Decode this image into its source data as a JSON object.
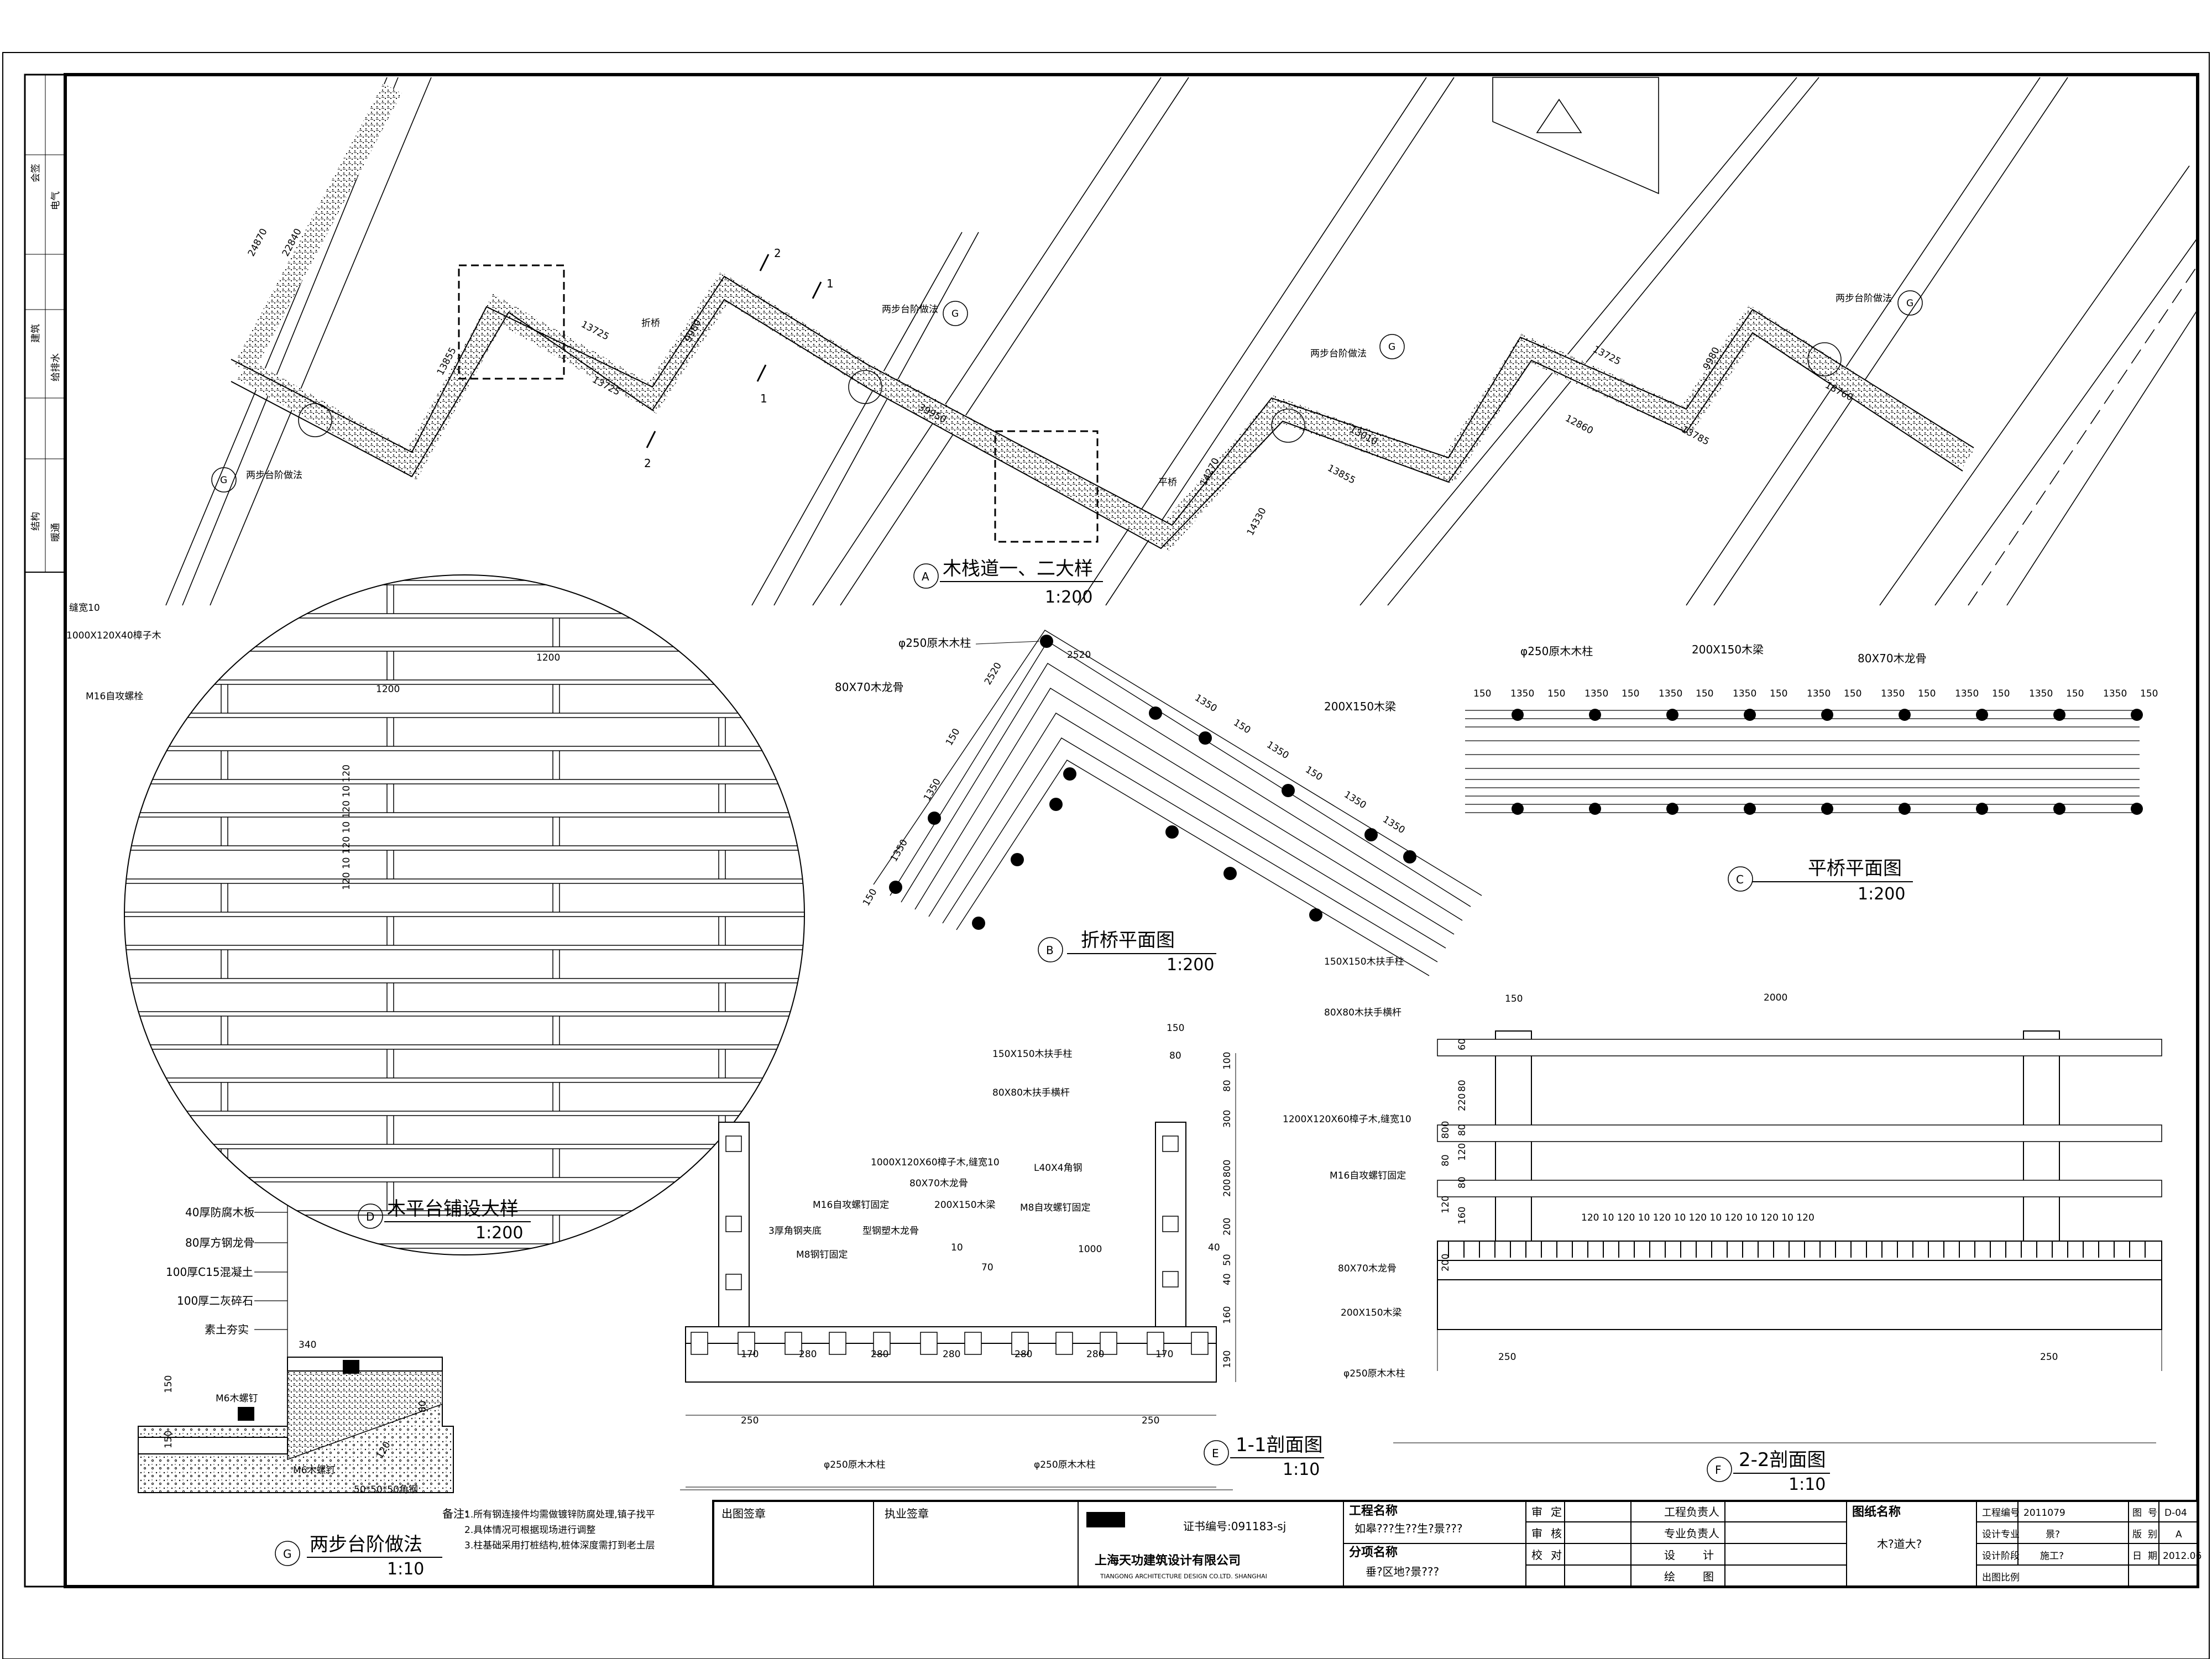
{
  "views": {
    "A": {
      "letter": "A",
      "title": "木栈道一、二大样",
      "scale": "1:200"
    },
    "B": {
      "letter": "B",
      "title": "折桥平面图",
      "scale": "1:200"
    },
    "C": {
      "letter": "C",
      "title": "平桥平面图",
      "scale": "1:200"
    },
    "D": {
      "letter": "D",
      "title": "木平台铺设大样",
      "scale": "1:200"
    },
    "E": {
      "letter": "E",
      "title": "1-1剖面图",
      "scale": "1:10"
    },
    "F": {
      "letter": "F",
      "title": "2-2剖面图",
      "scale": "1:10"
    },
    "G": {
      "letter": "G",
      "title": "两步台阶做法",
      "scale": "1:10"
    }
  },
  "plan_labels": {
    "zhe_qiao": "折桥",
    "ping_qiao": "平桥",
    "step_note": "两步台阶做法",
    "G": "G",
    "cut1": "1",
    "cut2": "2",
    "dims": [
      "24870",
      "22840",
      "13725",
      "13855",
      "9980",
      "39950",
      "14270",
      "13010",
      "13725",
      "9980",
      "18760",
      "13725",
      "13855",
      "12860",
      "14330",
      "13785"
    ]
  },
  "view_b": {
    "post": "φ250原木木柱",
    "joist": "80X70木龙骨",
    "beam": "200X150木梁",
    "dims": [
      "2520",
      "2520",
      "150",
      "1350",
      "1350",
      "150",
      "1350",
      "150",
      "1350",
      "150",
      "1350",
      "1350"
    ]
  },
  "view_c": {
    "post": "φ250原木木柱",
    "beam": "200X150木梁",
    "joist": "80X70木龙骨",
    "dims": [
      "150",
      "1350",
      "150",
      "1350",
      "150",
      "1350",
      "150",
      "1350",
      "150",
      "1350",
      "150",
      "1350",
      "150",
      "1350",
      "150",
      "1350",
      "150",
      "1350",
      "150"
    ]
  },
  "view_d": {
    "gap": "缝宽10",
    "board": "1000X120X40樟子木",
    "bolt": "M16自攻螺栓",
    "dim1": "1200",
    "dim2": "1200",
    "vdims": "120 10 120 10 120 10 120"
  },
  "view_e": {
    "handrail": "150X150木扶手柱",
    "rail": "80X80木扶手横杆",
    "deck": "1000X120X60樟子木,缝宽10",
    "joist": "80X70木龙骨",
    "beam": "200X150木梁",
    "bolt": "M16自攻螺钉固定",
    "angle_steel": "L40X4角钢",
    "screw": "M8自攻螺钉固定",
    "bracket": "3厚角钢夹底",
    "bracket2": "型钢塑木龙骨",
    "nail": "M8钢钉固定",
    "post": "φ250原木木柱",
    "post2": "φ250原木木柱",
    "dims_top": [
      "150",
      "80"
    ],
    "dims_right": [
      "100",
      "80",
      "300",
      "800",
      "200",
      "200",
      "50",
      "40",
      "160",
      "190"
    ],
    "dims_bottom": [
      "170",
      "280",
      "280",
      "280",
      "280",
      "280",
      "170"
    ],
    "span": "1000",
    "d250a": "250",
    "d250b": "250",
    "d40": "40",
    "d70": "70",
    "d10": "10"
  },
  "view_f": {
    "handrail": "150X150木扶手柱",
    "rail": "80X80木扶手横杆",
    "board": "1200X120X60樟子木,缝宽10",
    "bolt": "M16自攻螺钉固定",
    "joist": "80X70木龙骨",
    "beam": "200X150木梁",
    "post": "φ250原木木柱",
    "span": "2000",
    "d150": "150",
    "dims_right": [
      "60",
      "80",
      "220",
      "80",
      "120",
      "80",
      "160"
    ],
    "dims_left": [
      "800",
      "80",
      "120",
      "200"
    ],
    "deck_dims": "120 10 120 10 120 10 120 10 120 10 120 10 120",
    "d250a": "250",
    "d250b": "250"
  },
  "view_g": {
    "layers": [
      "40厚防腐木板",
      "80厚方钢龙骨",
      "100厚C15混凝土",
      "100厚二灰碎石",
      "素土夯实"
    ],
    "bolt": "M6木螺钉",
    "bolt2": "M6木螺钉",
    "steel": "50*50*50角钢",
    "d340": "340",
    "d150a": "150",
    "d150b": "150",
    "d80": "80",
    "d120": "120"
  },
  "notes": {
    "heading": "备注:",
    "lines": [
      "1.所有钢连接件均需做镀锌防腐处理,镇子找平",
      "2.具体情况可根据现场进行调整",
      "3.柱基础采用打桩结构,桩体深度需打到老土层"
    ]
  },
  "title_block": {
    "chutu": "出图签章",
    "zhiye": "执业签章",
    "cert": "证书编号:091183-sj",
    "company": "上海天功建筑设计有限公司",
    "company_en": "TIANGONG ARCHITECTURE DESIGN CO.LTD. SHANGHAI",
    "proj_label": "工程名称",
    "proj_value": "如皋???生??生?景???",
    "sub_label": "分项名称",
    "sub_value": "垂?区地?景???",
    "r1": "审",
    "r1b": "定",
    "r2": "审",
    "r2b": "核",
    "r3": "校",
    "r3b": "对",
    "m1": "工程负责人",
    "m2": "专业负责人",
    "m3": "设",
    "m3b": "计",
    "m4": "绘",
    "m4b": "图",
    "drawing_label": "图纸名称",
    "drawing_value": "木?道大?",
    "c1": "工程编号",
    "c1v": "2011079",
    "c2": "设计专业",
    "c2v": "景?",
    "c3": "设计阶段",
    "c3v": "施工?",
    "c4": "出图比例",
    "d1": "图",
    "d1b": "号",
    "d1v": "D-04",
    "d2": "版",
    "d2b": "别",
    "d2v": "A",
    "d3": "日",
    "d3b": "期",
    "d3v": "2012.06"
  },
  "left_strip": [
    "会签",
    "建筑",
    "结构",
    "给排水",
    "电气",
    "暖通"
  ]
}
